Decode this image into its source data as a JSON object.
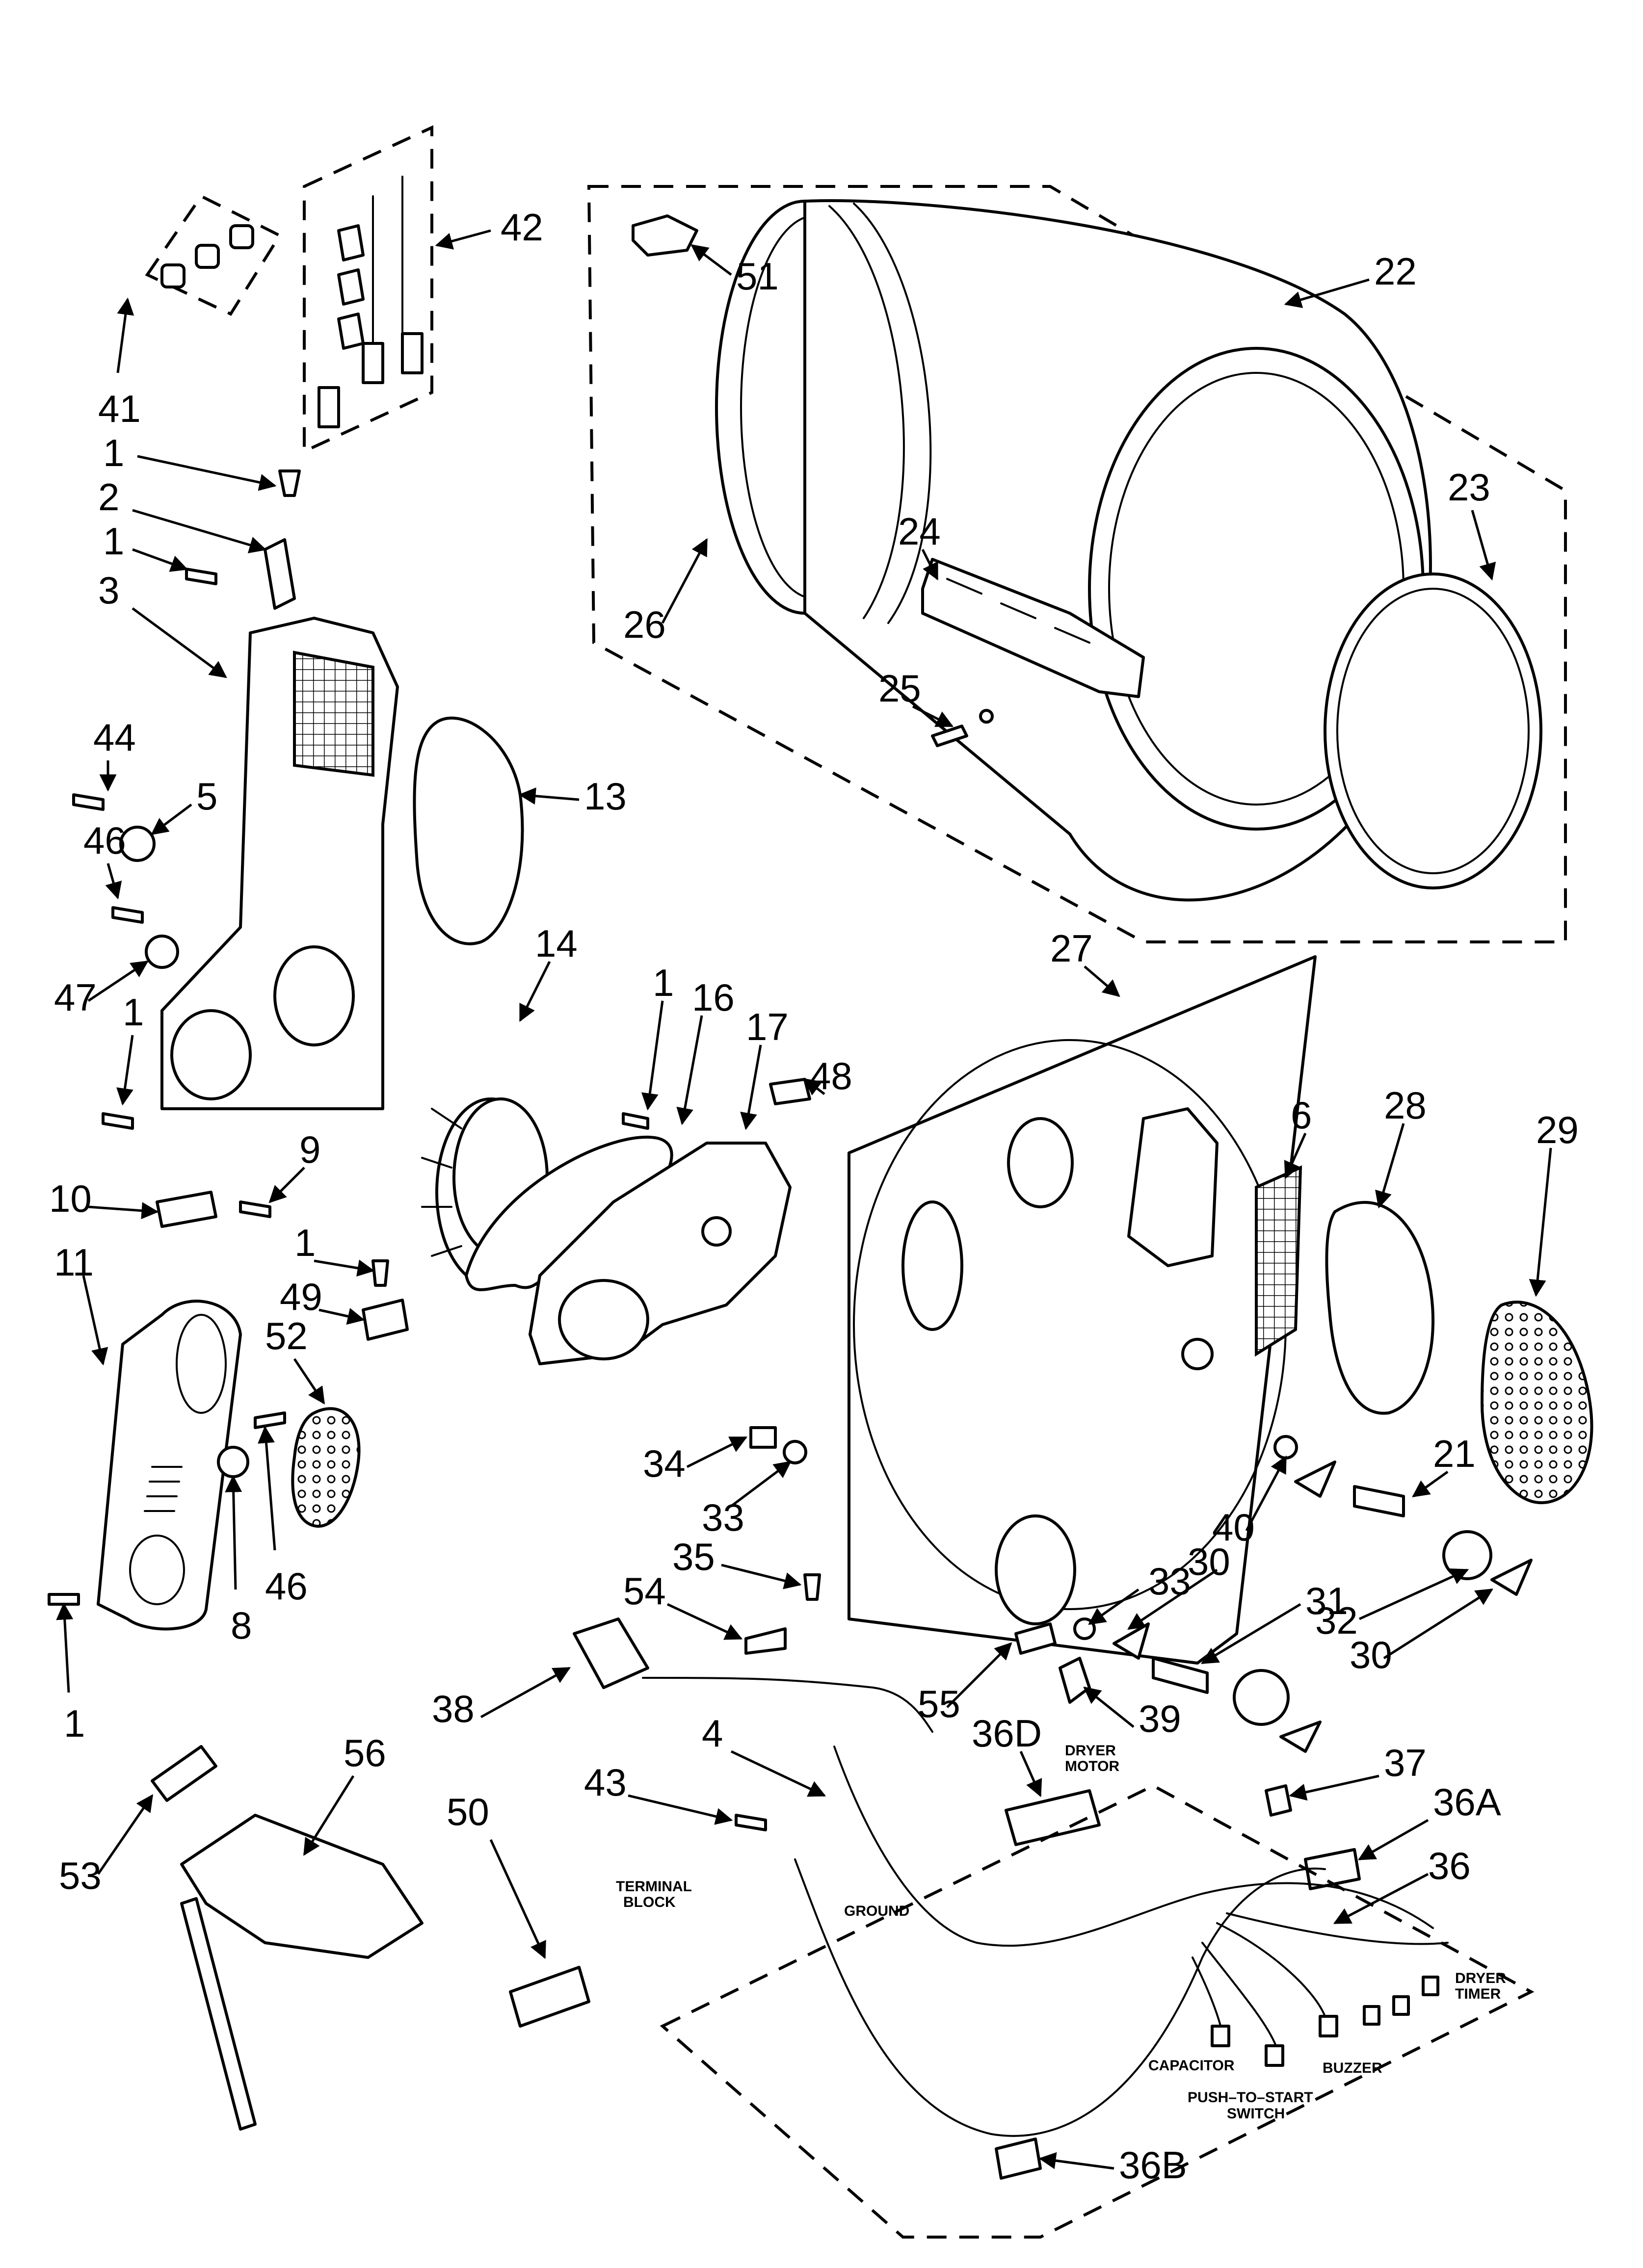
{
  "callouts": [
    {
      "id": "c41",
      "text": "41"
    },
    {
      "id": "c42",
      "text": "42"
    },
    {
      "id": "c51",
      "text": "51"
    },
    {
      "id": "c22",
      "text": "22"
    },
    {
      "id": "c1a",
      "text": "1"
    },
    {
      "id": "c2",
      "text": "2"
    },
    {
      "id": "c1b",
      "text": "1"
    },
    {
      "id": "c3",
      "text": "3"
    },
    {
      "id": "c23",
      "text": "23"
    },
    {
      "id": "c24",
      "text": "24"
    },
    {
      "id": "c26",
      "text": "26"
    },
    {
      "id": "c25",
      "text": "25"
    },
    {
      "id": "c44",
      "text": "44"
    },
    {
      "id": "c5",
      "text": "5"
    },
    {
      "id": "c13",
      "text": "13"
    },
    {
      "id": "c46a",
      "text": "46"
    },
    {
      "id": "c47",
      "text": "47"
    },
    {
      "id": "c1c",
      "text": "1"
    },
    {
      "id": "c14",
      "text": "14"
    },
    {
      "id": "c27",
      "text": "27"
    },
    {
      "id": "c1d",
      "text": "1"
    },
    {
      "id": "c16",
      "text": "16"
    },
    {
      "id": "c17",
      "text": "17"
    },
    {
      "id": "c48",
      "text": "48"
    },
    {
      "id": "c6",
      "text": "6"
    },
    {
      "id": "c28",
      "text": "28"
    },
    {
      "id": "c29",
      "text": "29"
    },
    {
      "id": "c9",
      "text": "9"
    },
    {
      "id": "c10",
      "text": "10"
    },
    {
      "id": "c11",
      "text": "11"
    },
    {
      "id": "c1e",
      "text": "1"
    },
    {
      "id": "c49",
      "text": "49"
    },
    {
      "id": "c52",
      "text": "52"
    },
    {
      "id": "c34",
      "text": "34"
    },
    {
      "id": "c21",
      "text": "21"
    },
    {
      "id": "c33a",
      "text": "33"
    },
    {
      "id": "c40",
      "text": "40"
    },
    {
      "id": "c35",
      "text": "35"
    },
    {
      "id": "c30a",
      "text": "30"
    },
    {
      "id": "c33b",
      "text": "33"
    },
    {
      "id": "c31",
      "text": "31"
    },
    {
      "id": "c54",
      "text": "54"
    },
    {
      "id": "c32",
      "text": "32"
    },
    {
      "id": "c46b",
      "text": "46"
    },
    {
      "id": "c8",
      "text": "8"
    },
    {
      "id": "c30b",
      "text": "30"
    },
    {
      "id": "c1f",
      "text": "1"
    },
    {
      "id": "c38",
      "text": "38"
    },
    {
      "id": "c55",
      "text": "55"
    },
    {
      "id": "c39",
      "text": "39"
    },
    {
      "id": "c36D",
      "text": "36D"
    },
    {
      "id": "c4",
      "text": "4"
    },
    {
      "id": "c56",
      "text": "56"
    },
    {
      "id": "c37",
      "text": "37"
    },
    {
      "id": "c43",
      "text": "43"
    },
    {
      "id": "c36A",
      "text": "36A"
    },
    {
      "id": "c36",
      "text": "36"
    },
    {
      "id": "c53",
      "text": "53"
    },
    {
      "id": "c50",
      "text": "50"
    },
    {
      "id": "c36B",
      "text": "36B"
    }
  ],
  "notes": {
    "dryer_motor": [
      "DRYER",
      "MOTOR"
    ],
    "terminal_block": [
      "TERMINAL",
      "BLOCK"
    ],
    "ground": "GROUND",
    "capacitor": "CAPACITOR",
    "buzzer": "BUZZER",
    "push_to_start": [
      "PUSH–TO–START",
      "SWITCH"
    ],
    "dryer_timer": [
      "DRYER",
      "TIMER"
    ]
  }
}
